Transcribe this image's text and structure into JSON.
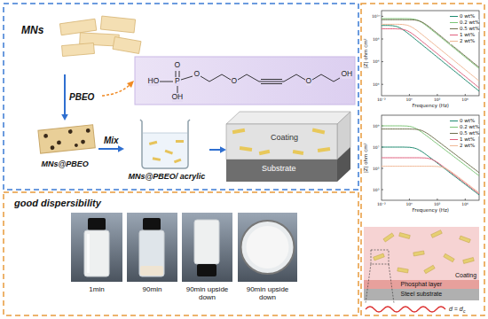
{
  "diagram": {
    "nodes": [
      {
        "text": [
          "MNs"
        ]
      },
      {
        "text": [
          "MNs@PBEO"
        ]
      },
      {
        "text": [
          "MNs@PBEO/ acrylic"
        ]
      },
      {
        "text": [
          "Coating",
          "Substrate"
        ]
      },
      {
        "text": [
          "Coating"
        ]
      },
      {
        "text": [
          "Phosphat layer"
        ]
      },
      {
        "text": [
          "Steel substrate"
        ]
      }
    ],
    "edges": [
      {
        "from": 0,
        "to": 1,
        "arrow": "to",
        "label": "PBEO"
      },
      {
        "from": 1,
        "to": 2,
        "arrow": "to",
        "label": "Mix"
      },
      {
        "from": 2,
        "to": 3,
        "arrow": "to"
      }
    ],
    "labels": [
      "O",
      "HO",
      "P",
      "OH",
      "O",
      "O",
      "O",
      "OH",
      "|Z| ohm cm²",
      "Frequency (Hz)",
      "10¹⁰",
      "10⁸",
      "10⁶",
      "10⁴",
      "10⁻²",
      "10⁰",
      "10²",
      "10⁴",
      "|Z| ohm cm²",
      "Frequency (Hz)",
      "10⁹",
      "10⁷",
      "10⁵",
      "10³",
      "10⁻²",
      "10⁰",
      "10²",
      "10⁴",
      "d = d",
      "c",
      "good dispersibility",
      "1min",
      "90min",
      "90min upside down",
      "90min upside down"
    ],
    "legend": [
      {
        "text": "0 wt%",
        "color": "#1f8a70"
      },
      {
        "text": "0.2 wt%",
        "color": "#7cc576"
      },
      {
        "text": "0.5 wt%",
        "color": "#6f6f4e"
      },
      {
        "text": "1 wt%",
        "color": "#e0607e"
      },
      {
        "text": "2 wt%",
        "color": "#f0b896"
      },
      {
        "text": "0 wt%",
        "color": "#1f8a70"
      },
      {
        "text": "0.2 wt%",
        "color": "#7cc576"
      },
      {
        "text": "0.5 wt%",
        "color": "#6f6f4e"
      },
      {
        "text": "1 wt%",
        "color": "#e0607e"
      },
      {
        "text": "2 wt%",
        "color": "#f0b896"
      }
    ]
  }
}
